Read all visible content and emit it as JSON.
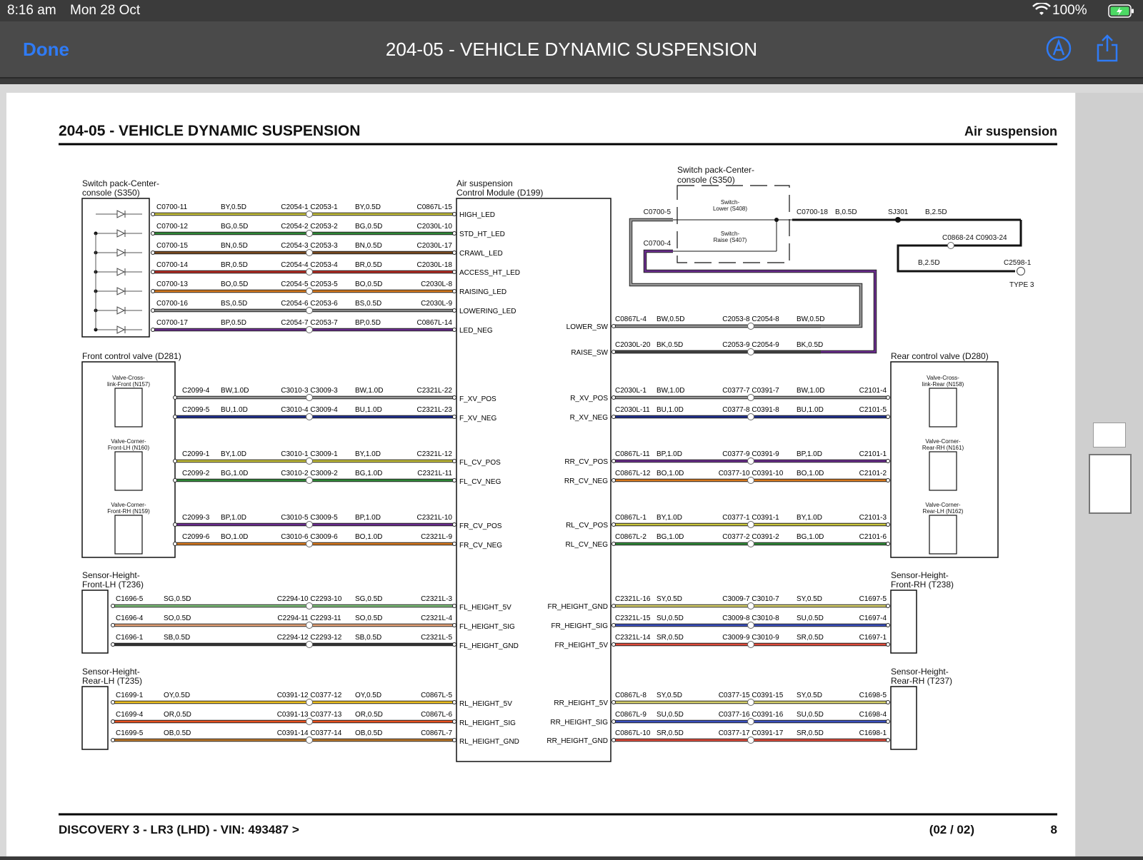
{
  "status": {
    "time": "8:16 am",
    "date": "Mon 28 Oct",
    "battery": "100%"
  },
  "nav": {
    "done": "Done",
    "title": "204-05 - VEHICLE DYNAMIC SUSPENSION",
    "markup_icon": "markup-icon",
    "share_icon": "share-icon"
  },
  "header": {
    "title": "204-05 - VEHICLE DYNAMIC SUSPENSION",
    "section": "Air suspension"
  },
  "footer": {
    "vehicle": "DISCOVERY 3 - LR3  (LHD) - VIN: 493487 >",
    "page_of": "(02 / 02)",
    "page_no": "8"
  },
  "colors": {
    "BY": "#c9c43a",
    "BG": "#2f8a37",
    "BN": "#7a4a1e",
    "BR": "#b82b22",
    "BO": "#d97a1e",
    "BS": "#8a8a8a",
    "BP": "#6a2c8e",
    "BW": "#999999",
    "BU": "#1f2f8f",
    "BK": "#444444",
    "SG": "#7fc37a",
    "SO": "#e9a57a",
    "SB": "#333333",
    "SY": "#d9d36a",
    "SU": "#3a4fbf",
    "SR": "#e04a3a",
    "OY": "#f2c21e",
    "OR": "#e9501e",
    "OB": "#c07a2a",
    "B": "#111111",
    "brand": "#2f7bf6"
  },
  "labels": {
    "switch_pack_left": [
      "Switch pack-Center-",
      "console (S350)"
    ],
    "switch_pack_right": [
      "Switch pack-Center-",
      "console (S350)"
    ],
    "module": [
      "Air suspension",
      "Control Module (D199)"
    ],
    "front_valve": "Front control valve (D281)",
    "rear_valve": "Rear control valve (D280)",
    "switch_lower": [
      "Switch-",
      "Lower (S408)"
    ],
    "switch_raise": [
      "Switch-",
      "Raise (S407)"
    ],
    "valves_front": [
      [
        "Valve-Cross-",
        "link-Front (N157)"
      ],
      [
        "Valve-Corner-",
        "Front-LH (N160)"
      ],
      [
        "Valve-Corner-",
        "Front-RH (N159)"
      ]
    ],
    "valves_rear": [
      [
        "Valve-Cross-",
        "link-Rear (N158)"
      ],
      [
        "Valve-Corner-",
        "Rear-RH (N161)"
      ],
      [
        "Valve-Corner-",
        "Rear-LH (N162)"
      ]
    ],
    "sensor_fl": [
      "Sensor-Height-",
      "Front-LH (T236)"
    ],
    "sensor_fr": [
      "Sensor-Height-",
      "Front-RH (T238)"
    ],
    "sensor_rl": [
      "Sensor-Height-",
      "Rear-LH (T235)"
    ],
    "sensor_rr": [
      "Sensor-Height-",
      "Rear-RH (T237)"
    ]
  },
  "left_wires": [
    {
      "c1": "C0700-11",
      "w": "BY,0.5D",
      "m": "C2054-1 C2053-1",
      "w2": "BY,0.5D",
      "c2": "C0867L-15",
      "pin": "HIGH_LED",
      "col": "BY"
    },
    {
      "c1": "C0700-12",
      "w": "BG,0.5D",
      "m": "C2054-2 C2053-2",
      "w2": "BG,0.5D",
      "c2": "C2030L-10",
      "pin": "STD_HT_LED",
      "col": "BG"
    },
    {
      "c1": "C0700-15",
      "w": "BN,0.5D",
      "m": "C2054-3 C2053-3",
      "w2": "BN,0.5D",
      "c2": "C2030L-17",
      "pin": "CRAWL_LED",
      "col": "BN"
    },
    {
      "c1": "C0700-14",
      "w": "BR,0.5D",
      "m": "C2054-4 C2053-4",
      "w2": "BR,0.5D",
      "c2": "C2030L-18",
      "pin": "ACCESS_HT_LED",
      "col": "BR"
    },
    {
      "c1": "C0700-13",
      "w": "BO,0.5D",
      "m": "C2054-5 C2053-5",
      "w2": "BO,0.5D",
      "c2": "C2030L-8",
      "pin": "RAISING_LED",
      "col": "BO"
    },
    {
      "c1": "C0700-16",
      "w": "BS,0.5D",
      "m": "C2054-6 C2053-6",
      "w2": "BS,0.5D",
      "c2": "C2030L-9",
      "pin": "LOWERING_LED",
      "col": "BS"
    },
    {
      "c1": "C0700-17",
      "w": "BP,0.5D",
      "m": "C2054-7 C2053-7",
      "w2": "BP,0.5D",
      "c2": "C0867L-14",
      "pin": "LED_NEG",
      "col": "BP"
    },
    {
      "c1": "C2099-4",
      "w": "BW,1.0D",
      "m": "C3010-3 C3009-3",
      "w2": "BW,1.0D",
      "c2": "C2321L-22",
      "pin": "F_XV_POS",
      "col": "BW"
    },
    {
      "c1": "C2099-5",
      "w": "BU,1.0D",
      "m": "C3010-4 C3009-4",
      "w2": "BU,1.0D",
      "c2": "C2321L-23",
      "pin": "F_XV_NEG",
      "col": "BU"
    },
    {
      "c1": "C2099-1",
      "w": "BY,1.0D",
      "m": "C3010-1 C3009-1",
      "w2": "BY,1.0D",
      "c2": "C2321L-12",
      "pin": "FL_CV_POS",
      "col": "BY"
    },
    {
      "c1": "C2099-2",
      "w": "BG,1.0D",
      "m": "C3010-2 C3009-2",
      "w2": "BG,1.0D",
      "c2": "C2321L-11",
      "pin": "FL_CV_NEG",
      "col": "BG"
    },
    {
      "c1": "C2099-3",
      "w": "BP,1.0D",
      "m": "C3010-5 C3009-5",
      "w2": "BP,1.0D",
      "c2": "C2321L-10",
      "pin": "FR_CV_POS",
      "col": "BP"
    },
    {
      "c1": "C2099-6",
      "w": "BO,1.0D",
      "m": "C3010-6 C3009-6",
      "w2": "BO,1.0D",
      "c2": "C2321L-9",
      "pin": "FR_CV_NEG",
      "col": "BO"
    },
    {
      "c1": "C1696-5",
      "w": "SG,0.5D",
      "m": "C2294-10 C2293-10",
      "w2": "SG,0.5D",
      "c2": "C2321L-3",
      "pin": "FL_HEIGHT_5V",
      "col": "SG"
    },
    {
      "c1": "C1696-4",
      "w": "SO,0.5D",
      "m": "C2294-11 C2293-11",
      "w2": "SO,0.5D",
      "c2": "C2321L-4",
      "pin": "FL_HEIGHT_SIG",
      "col": "SO"
    },
    {
      "c1": "C1696-1",
      "w": "SB,0.5D",
      "m": "C2294-12 C2293-12",
      "w2": "SB,0.5D",
      "c2": "C2321L-5",
      "pin": "FL_HEIGHT_GND",
      "col": "SB"
    },
    {
      "c1": "C1699-1",
      "w": "OY,0.5D",
      "m": "C0391-12 C0377-12",
      "w2": "OY,0.5D",
      "c2": "C0867L-5",
      "pin": "RL_HEIGHT_5V",
      "col": "OY"
    },
    {
      "c1": "C1699-4",
      "w": "OR,0.5D",
      "m": "C0391-13 C0377-13",
      "w2": "OR,0.5D",
      "c2": "C0867L-6",
      "pin": "RL_HEIGHT_SIG",
      "col": "OR"
    },
    {
      "c1": "C1699-5",
      "w": "OB,0.5D",
      "m": "C0391-14 C0377-14",
      "w2": "OB,0.5D",
      "c2": "C0867L-7",
      "pin": "RL_HEIGHT_GND",
      "col": "OB"
    }
  ],
  "right_wires": [
    {
      "pin": "LOWER_SW",
      "c1": "C0867L-4",
      "w": "BW,0.5D",
      "m": "C2053-8 C2054-8",
      "w2": "BW,0.5D",
      "c2": "",
      "col": "BW"
    },
    {
      "pin": "RAISE_SW",
      "c1": "C2030L-20",
      "w": "BK,0.5D",
      "m": "C2053-9 C2054-9",
      "w2": "BK,0.5D",
      "c2": "",
      "col": "BK"
    },
    {
      "pin": "R_XV_POS",
      "c1": "C2030L-1",
      "w": "BW,1.0D",
      "m": "C0377-7 C0391-7",
      "w2": "BW,1.0D",
      "c2": "C2101-4",
      "col": "BW"
    },
    {
      "pin": "R_XV_NEG",
      "c1": "C2030L-11",
      "w": "BU,1.0D",
      "m": "C0377-8 C0391-8",
      "w2": "BU,1.0D",
      "c2": "C2101-5",
      "col": "BU"
    },
    {
      "pin": "RR_CV_POS",
      "c1": "C0867L-11",
      "w": "BP,1.0D",
      "m": "C0377-9 C0391-9",
      "w2": "BP,1.0D",
      "c2": "C2101-1",
      "col": "BP"
    },
    {
      "pin": "RR_CV_NEG",
      "c1": "C0867L-12",
      "w": "BO,1.0D",
      "m": "C0377-10 C0391-10",
      "w2": "BO,1.0D",
      "c2": "C2101-2",
      "col": "BO"
    },
    {
      "pin": "RL_CV_POS",
      "c1": "C0867L-1",
      "w": "BY,1.0D",
      "m": "C0377-1 C0391-1",
      "w2": "BY,1.0D",
      "c2": "C2101-3",
      "col": "BY"
    },
    {
      "pin": "RL_CV_NEG",
      "c1": "C0867L-2",
      "w": "BG,1.0D",
      "m": "C0377-2 C0391-2",
      "w2": "BG,1.0D",
      "c2": "C2101-6",
      "col": "BG"
    },
    {
      "pin": "FR_HEIGHT_GND",
      "c1": "C2321L-16",
      "w": "SY,0.5D",
      "m": "C3009-7 C3010-7",
      "w2": "SY,0.5D",
      "c2": "C1697-5",
      "col": "SY"
    },
    {
      "pin": "FR_HEIGHT_SIG",
      "c1": "C2321L-15",
      "w": "SU,0.5D",
      "m": "C3009-8 C3010-8",
      "w2": "SU,0.5D",
      "c2": "C1697-4",
      "col": "SU"
    },
    {
      "pin": "FR_HEIGHT_5V",
      "c1": "C2321L-14",
      "w": "SR,0.5D",
      "m": "C3009-9 C3010-9",
      "w2": "SR,0.5D",
      "c2": "C1697-1",
      "col": "SR"
    },
    {
      "pin": "RR_HEIGHT_5V",
      "c1": "C0867L-8",
      "w": "SY,0.5D",
      "m": "C0377-15 C0391-15",
      "w2": "SY,0.5D",
      "c2": "C1698-5",
      "col": "SY"
    },
    {
      "pin": "RR_HEIGHT_SIG",
      "c1": "C0867L-9",
      "w": "SU,0.5D",
      "m": "C0377-16 C0391-16",
      "w2": "SU,0.5D",
      "c2": "C1698-4",
      "col": "SU"
    },
    {
      "pin": "RR_HEIGHT_GND",
      "c1": "C0867L-10",
      "w": "SR,0.5D",
      "m": "C0377-17 C0391-17",
      "w2": "SR,0.5D",
      "c2": "C1698-1",
      "col": "SR"
    }
  ],
  "switch_circuit": {
    "c_lower": "C0700-5",
    "c_raise": "C0700-4",
    "c_out": "C0700-18",
    "wire_out": "B,0.5D",
    "splice": "SJ301",
    "wire_b": "B,2.5D",
    "conn_mid": "C0868-24 C0903-24",
    "wire_b2": "B,2.5D",
    "ground": "C2598-1",
    "type": "TYPE 3"
  }
}
